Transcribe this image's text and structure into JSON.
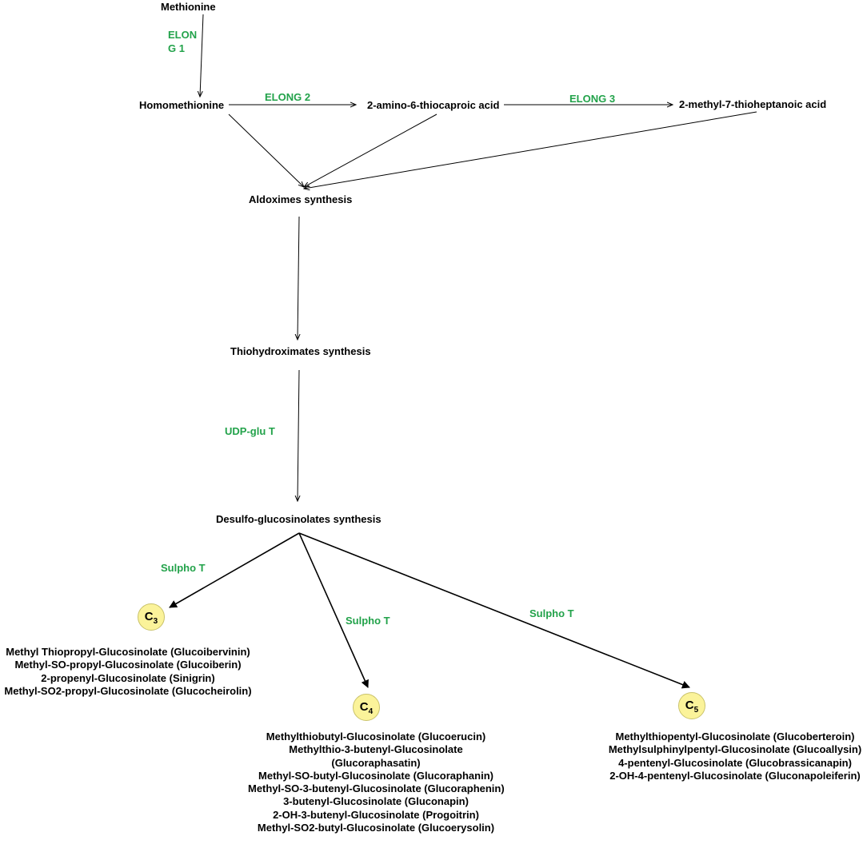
{
  "nodes": {
    "methionine": "Methionine",
    "homomethionine": "Homomethionine",
    "aminothiocaproic": "2-amino-6-thiocaproic acid",
    "methylthioheptanoic": "2-methyl-7-thioheptanoic acid",
    "aldoximes": "Aldoximes synthesis",
    "thiohydroximates": "Thiohydroximates synthesis",
    "desulfo": "Desulfo-glucosinolates synthesis"
  },
  "enzymes": {
    "elong1_line1": "ELON",
    "elong1_line2": "G 1",
    "elong2": "ELONG 2",
    "elong3": "ELONG 3",
    "udpglu": "UDP-glu T",
    "sulpho_c3": "Sulpho T",
    "sulpho_c4": "Sulpho T",
    "sulpho_c5": "Sulpho T"
  },
  "groups": {
    "c3": {
      "letter": "C",
      "sub": "3",
      "products": [
        "Methyl Thiopropyl-Glucosinolate (Glucoibervinin)",
        "Methyl-SO-propyl-Glucosinolate (Glucoiberin)",
        "2-propenyl-Glucosinolate (Sinigrin)",
        "Methyl-SO2-propyl-Glucosinolate (Glucocheirolin)"
      ]
    },
    "c4": {
      "letter": "C",
      "sub": "4",
      "products": [
        "Methylthiobutyl-Glucosinolate (Glucoerucin)",
        "Methylthio-3-butenyl-Glucosinolate",
        "(Glucoraphasatin)",
        "Methyl-SO-butyl-Glucosinolate (Glucoraphanin)",
        "Methyl-SO-3-butenyl-Glucosinolate (Glucoraphenin)",
        "3-butenyl-Glucosinolate (Gluconapin)",
        "2-OH-3-butenyl-Glucosinolate (Progoitrin)",
        "Methyl-SO2-butyl-Glucosinolate (Glucoerysolin)"
      ]
    },
    "c5": {
      "letter": "C",
      "sub": "5",
      "products": [
        "Methylthiopentyl-Glucosinolate (Glucoberteroin)",
        "Methylsulphinylpentyl-Glucosinolate (Glucoallysin)",
        "4-pentenyl-Glucosinolate (Glucobrassicanapin)",
        "2-OH-4-pentenyl-Glucosinolate (Gluconapoleiferin)"
      ]
    }
  },
  "colors": {
    "enzyme_text": "#22a24a",
    "circle_fill": "#fbf39a",
    "circle_border": "#c9c26a",
    "arrow": "#000000"
  }
}
